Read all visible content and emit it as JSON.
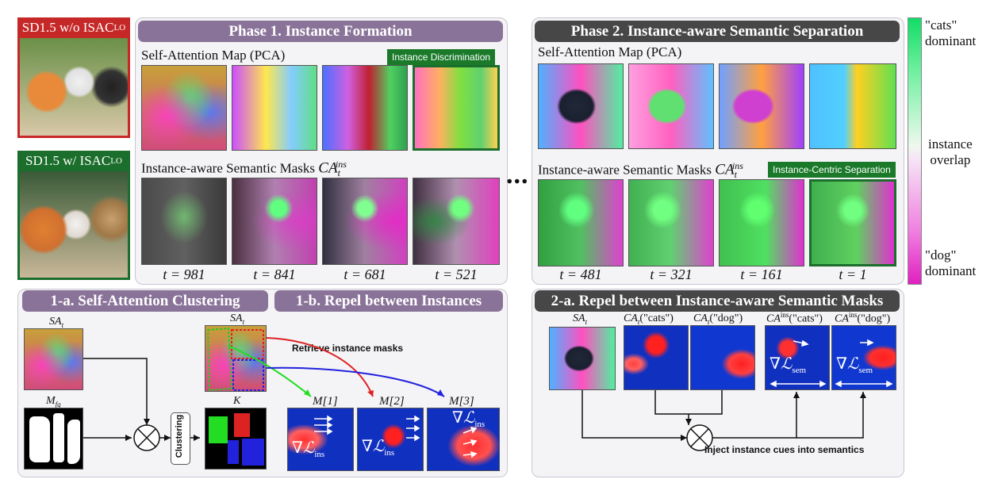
{
  "left_samples": {
    "without": {
      "label": "SD1.5 w/o ISAC",
      "sub": "LO",
      "color": "#c62828"
    },
    "with": {
      "label": "SD1.5 w/ ISAC",
      "sub": "LO",
      "color": "#1b6e2c"
    }
  },
  "phase1": {
    "title": "Phase 1. Instance Formation",
    "sa_label": "Self-Attention Map (PCA)",
    "mask_label": "Instance-aware Semantic Masks",
    "mask_symbol": "CA",
    "mask_sub": "t",
    "mask_sup": "ins",
    "tag": "Instance Discrimination",
    "timesteps": [
      "t = 981",
      "t = 841",
      "t = 681",
      "t = 521"
    ]
  },
  "phase2": {
    "title": "Phase 2. Instance-aware Semantic Separation",
    "sa_label": "Self-Attention Map (PCA)",
    "mask_label": "Instance-aware Semantic Masks",
    "mask_symbol": "CA",
    "mask_sub": "t",
    "mask_sup": "ins",
    "tag": "Instance-Centric Separation",
    "timesteps": [
      "t = 481",
      "t = 321",
      "t = 161",
      "t = 1"
    ]
  },
  "colorbar": {
    "top": "\"cats\"",
    "top2": "dominant",
    "mid": "instance",
    "mid2": "overlap",
    "bottom": "\"dog\"",
    "bottom2": "dominant"
  },
  "section1a": {
    "title": "1-a. Self-Attention Clustering",
    "sa": "SA",
    "sa_sub": "t",
    "mfg": "M",
    "mfg_sub": "fg",
    "clustering": "Clustering",
    "k": "K"
  },
  "section1b": {
    "title": "1-b. Repel between Instances",
    "sa": "SA",
    "sa_sub": "t",
    "retrieve": "Retrieve instance masks",
    "m1": "M[1]",
    "m2": "M[2]",
    "m3": "M[3]",
    "loss": "∇ℒ",
    "loss_sub": "ins"
  },
  "section2a": {
    "title": "2-a. Repel between Instance-aware Semantic Masks",
    "sa": "SA",
    "sa_sub": "t",
    "ca_cats": "CA",
    "ca_cats_arg": "(\"cats\")",
    "ca_dog": "CA",
    "ca_dog_arg": "(\"dog\")",
    "cains_cats": "CA",
    "cains_cats_sup": "ins",
    "cains_cats_arg": "(\"cats\")",
    "cains_dog": "CA",
    "cains_dog_sup": "ins",
    "cains_dog_arg": "(\"dog\")",
    "loss": "∇ℒ",
    "loss_sub": "sem",
    "inject": "Inject instance cues into semantics"
  },
  "ellipsis": "..."
}
